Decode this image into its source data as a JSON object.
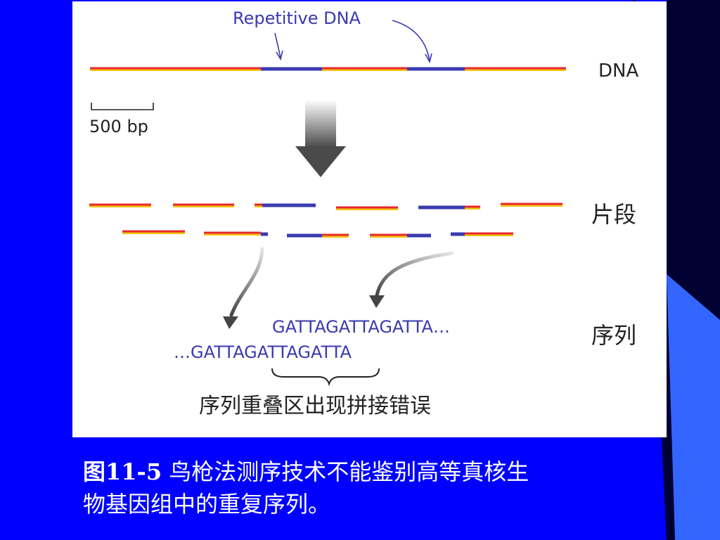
{
  "colors": {
    "slide_background": "#0000ff",
    "corner_dark": "#000033",
    "corner_accent": "#3366ff",
    "panel_background": "#ffffff",
    "unique_dna_red": "#e8282e",
    "unique_dna_yellow": "#f2c411",
    "repetitive_dna": "#3a3ab0",
    "sequence_text": "#3a3ab0",
    "arrow_gray": "#555555",
    "caption_text": "#ffffff"
  },
  "figure": {
    "repetitive_label": "Repetitive DNA",
    "dna_label": "DNA",
    "scale_label": "500 bp",
    "fragments_label": "片段",
    "sequence_label": "序列",
    "seq_upper": "GATTAGATTAGATTA…",
    "seq_lower": "…GATTAGATTAGATTA",
    "overlap_caption": "序列重叠区出现拼接错误"
  },
  "caption": {
    "figure_number": "图11-5",
    "text_line1": "鸟枪法测序技术不能鉴别高等真核生",
    "text_line2": "物基因组中的重复序列。"
  }
}
